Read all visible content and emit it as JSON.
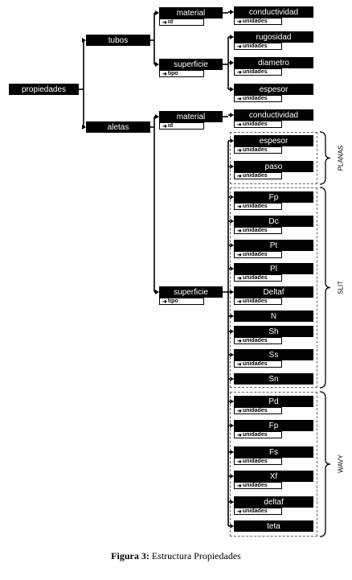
{
  "diagram": {
    "root": {
      "label": "propiedades"
    },
    "tubos": {
      "label": "tubos"
    },
    "aletas": {
      "label": "aletas"
    },
    "tubos_material": {
      "label": "material",
      "attr": "id"
    },
    "tubos_superficie": {
      "label": "superficie",
      "attr": "tipo"
    },
    "tubos_material_props": [
      {
        "label": "conductividad",
        "attr": "unidades"
      }
    ],
    "tubos_superficie_props": [
      {
        "label": "rugosidad",
        "attr": "unidades"
      },
      {
        "label": "diametro",
        "attr": "unidades"
      },
      {
        "label": "espesor",
        "attr": "unidades"
      }
    ],
    "aletas_material": {
      "label": "material",
      "attr": "id"
    },
    "aletas_superficie": {
      "label": "superficie",
      "attr": "tipo"
    },
    "aletas_material_props": [
      {
        "label": "conductividad",
        "attr": "unidades"
      }
    ],
    "groups": [
      {
        "label": "PLANAS",
        "items": [
          {
            "label": "espesor",
            "attr": "unidades"
          },
          {
            "label": "paso",
            "attr": "unidades"
          }
        ]
      },
      {
        "label": "SLIT",
        "items": [
          {
            "label": "Fp",
            "attr": "unidades"
          },
          {
            "label": "Dc",
            "attr": "unidades"
          },
          {
            "label": "Pt",
            "attr": "unidades"
          },
          {
            "label": "Pl",
            "attr": "unidades"
          },
          {
            "label": "Deltaf",
            "attr": "unidades"
          },
          {
            "label": "N",
            "attr": ""
          },
          {
            "label": "Sh",
            "attr": "unidades"
          },
          {
            "label": "Ss",
            "attr": "unidades"
          },
          {
            "label": "Sn",
            "attr": ""
          }
        ]
      },
      {
        "label": "WAVY",
        "items": [
          {
            "label": "Pd",
            "attr": "unidades"
          },
          {
            "label": "Fp",
            "attr": "unidades"
          },
          {
            "label": "Fs",
            "attr": "unidades"
          },
          {
            "label": "Xf",
            "attr": "unidades"
          },
          {
            "label": "deltaf",
            "attr": "unidades"
          },
          {
            "label": "teta",
            "attr": ""
          }
        ]
      }
    ],
    "colors": {
      "node_fill": "#000000",
      "node_text": "#ffffff",
      "line": "#000000",
      "group_border": "#666666"
    }
  },
  "caption": {
    "label": "Figura 3:",
    "text": "Estructura Propiedades"
  }
}
